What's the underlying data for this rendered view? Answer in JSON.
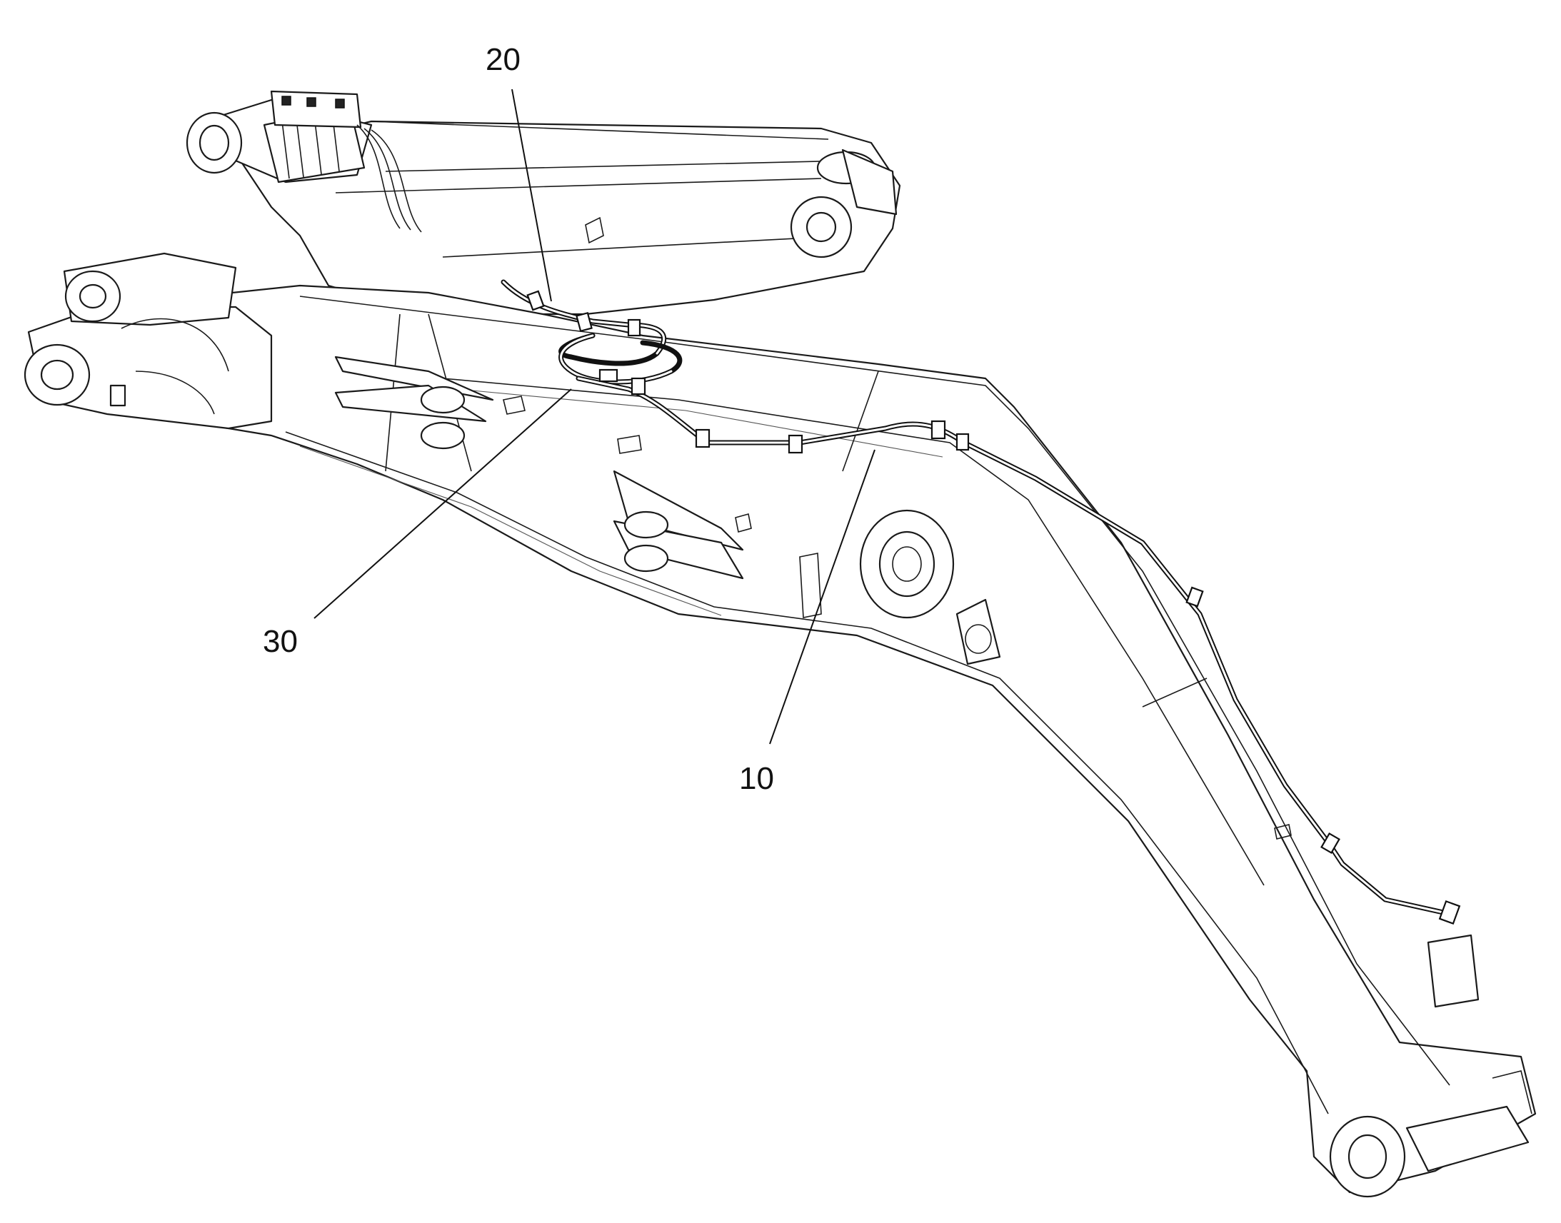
{
  "diagram": {
    "callouts": [
      {
        "id": "20",
        "text": "20"
      },
      {
        "id": "30",
        "text": "30"
      },
      {
        "id": "10",
        "text": "10"
      }
    ],
    "colors": {
      "line": "#1a1a1a",
      "background": "#ffffff"
    }
  }
}
